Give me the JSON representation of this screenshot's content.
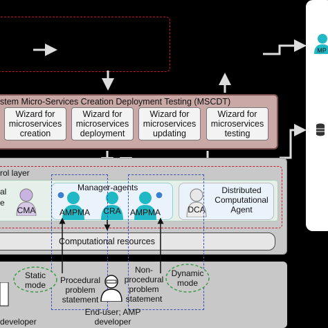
{
  "mscdt": {
    "title": "stem Micro-Services Creation Deployment Testing (MSCDT)",
    "wizards": [
      "Wizard for microservices creation",
      "Wizard for microservices deployment",
      "Wizard for microservices updating",
      "Wizard for microservices testing"
    ]
  },
  "control": {
    "title": "rol layer",
    "left_fragments": [
      "al",
      "e"
    ],
    "manager_label": "Manager-agents",
    "agents": {
      "cma": "CMA",
      "ampma1": "AMPMA",
      "cra": "CRA",
      "ampma2": "AMPMA",
      "dca": "DCA"
    },
    "distributed_agent": "Distributed Computational Agent"
  },
  "computational_resources": "Computational resources",
  "bottom": {
    "static_mode": "Static mode",
    "procedural": "Procedural problem statement",
    "non_procedural": "Non-procedural problem statement",
    "dynamic_mode": "Dynamic mode",
    "end_user": "End-user; AMP developer",
    "developer": "developer"
  },
  "right_panel": {
    "icon_label": "MP"
  },
  "colors": {
    "red_dashed": "#c9182a",
    "blue_dashed": "#3a4db8",
    "green_dashed": "#3e9a4a",
    "mscdt_bg": "#c9a8a6",
    "agent_teal": "#1fb8c4",
    "agent_purple": "#c9b3e0"
  }
}
